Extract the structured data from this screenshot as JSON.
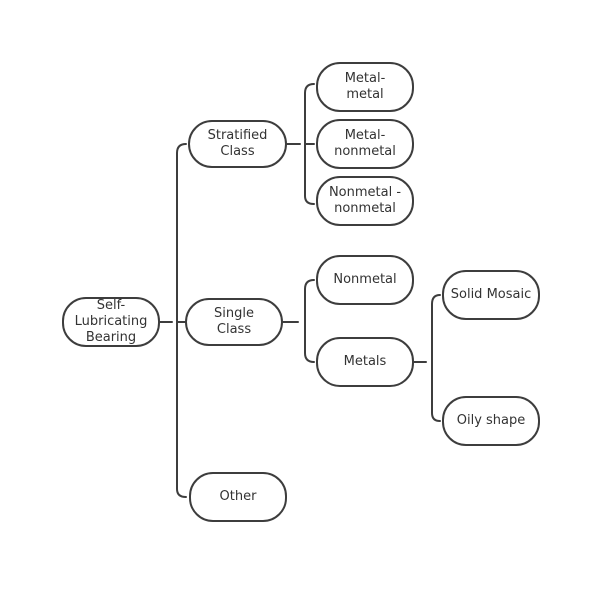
{
  "diagram": {
    "root": {
      "label": "Self-\nLubricating\nBearing"
    },
    "level1": {
      "stratified": {
        "label": "Stratified\nClass"
      },
      "single": {
        "label": "Single\nClass"
      },
      "other": {
        "label": "Other"
      }
    },
    "stratified_children": {
      "metal_metal": {
        "label": "Metal-\nmetal"
      },
      "metal_nonmetal": {
        "label": "Metal-\nnonmetal"
      },
      "nonmetal_nonmetal": {
        "label": "Nonmetal -\nnonmetal"
      }
    },
    "single_children": {
      "nonmetal": {
        "label": "Nonmetal"
      },
      "metals": {
        "label": "Metals"
      }
    },
    "metals_children": {
      "solid_mosaic": {
        "label": "Solid Mosaic"
      },
      "oily_shape": {
        "label": "Oily shape"
      }
    },
    "colors": {
      "stroke": "#3d3d3d",
      "text": "#333333",
      "background": "#ffffff"
    }
  }
}
